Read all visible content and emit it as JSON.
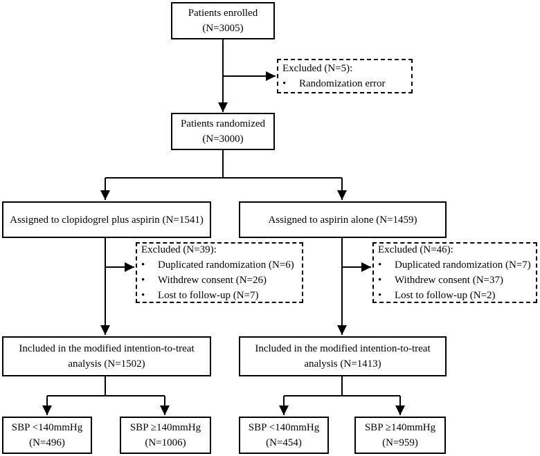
{
  "enrolled": {
    "line1": "Patients enrolled",
    "line2": "(N=3005)"
  },
  "excluded_randomization": {
    "title": "Excluded (N=5):",
    "items": [
      "Randomization error"
    ]
  },
  "randomized": {
    "line1": "Patients randomized",
    "line2": "(N=3000)"
  },
  "arm_left": {
    "label": "Assigned to clopidogrel plus aspirin (N=1541)"
  },
  "arm_right": {
    "label": "Assigned to aspirin alone (N=1459)"
  },
  "excluded_left": {
    "title": "Excluded (N=39):",
    "items": [
      "Duplicated randomization (N=6)",
      "Withdrew consent (N=26)",
      "Lost to follow-up (N=7)"
    ]
  },
  "excluded_right": {
    "title": "Excluded (N=46):",
    "items": [
      "Duplicated randomization (N=7)",
      "Withdrew consent (N=37)",
      "Lost to follow-up (N=2)"
    ]
  },
  "mitt_left": {
    "line1": "Included in the modified intention-to-treat",
    "line2": "analysis (N=1502)"
  },
  "mitt_right": {
    "line1": "Included in the modified intention-to-treat",
    "line2": "analysis (N=1413)"
  },
  "sbp": {
    "left_low": {
      "line1": "SBP <140mmHg",
      "line2": "(N=496)"
    },
    "left_high": {
      "line1": "SBP ≥140mmHg",
      "line2": "(N=1006)"
    },
    "right_low": {
      "line1": "SBP <140mmHg",
      "line2": "(N=454)"
    },
    "right_high": {
      "line1": "SBP ≥140mmHg",
      "line2": "(N=959)"
    }
  },
  "bullet_symbol": "•"
}
